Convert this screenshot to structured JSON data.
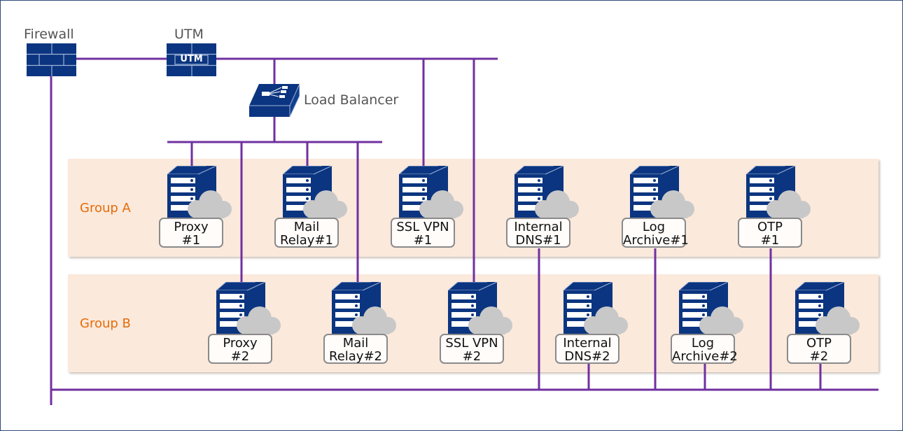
{
  "devices": {
    "firewall": "Firewall",
    "utm": "UTM",
    "utm_badge": "UTM",
    "load_balancer": "Load Balancer"
  },
  "groups": [
    {
      "label": "Group A"
    },
    {
      "label": "Group B"
    }
  ],
  "servers": [
    {
      "group": "A",
      "line1": "Proxy",
      "line2": "#1"
    },
    {
      "group": "A",
      "line1": "Mail",
      "line2": "Relay#1"
    },
    {
      "group": "A",
      "line1": "SSL VPN",
      "line2": "#1"
    },
    {
      "group": "A",
      "line1": "Internal",
      "line2": "DNS#1"
    },
    {
      "group": "A",
      "line1": "Log",
      "line2": "Archive#1"
    },
    {
      "group": "A",
      "line1": "OTP",
      "line2": "#1"
    },
    {
      "group": "B",
      "line1": "Proxy",
      "line2": "#2"
    },
    {
      "group": "B",
      "line1": "Mail",
      "line2": "Relay#2"
    },
    {
      "group": "B",
      "line1": "SSL VPN",
      "line2": "#2"
    },
    {
      "group": "B",
      "line1": "Internal",
      "line2": "DNS#2"
    },
    {
      "group": "B",
      "line1": "Log",
      "line2": "Archive#2"
    },
    {
      "group": "B",
      "line1": "OTP",
      "line2": "#2"
    }
  ],
  "colors": {
    "line": "#7030a0",
    "device": "#0b3580",
    "group_label": "#e46c0a",
    "band": "#fbe9dc",
    "cloud": "#c8c8c8"
  }
}
